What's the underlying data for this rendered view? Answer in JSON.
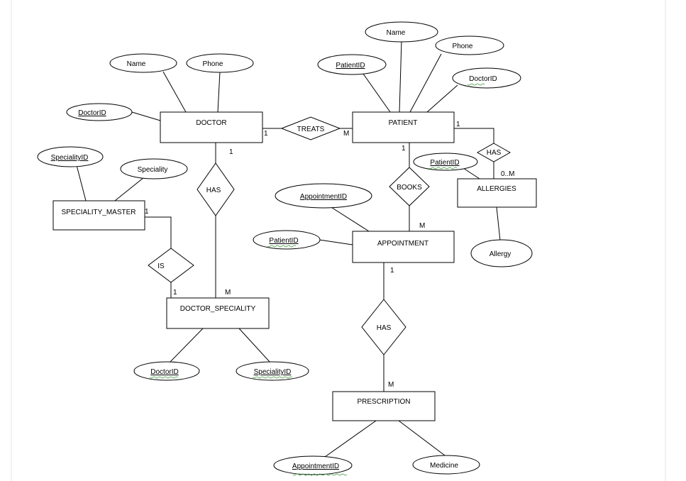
{
  "colors": {
    "line": "#000000",
    "fill": "#ffffff",
    "page_edge": "#e6e6e6",
    "squiggle": "#3a9a3a"
  },
  "entities": {
    "doctor": "DOCTOR",
    "patient": "PATIENT",
    "speciality_master": "SPECIALITY_MASTER",
    "allergies": "ALLERGIES",
    "appointment": "APPOINTMENT",
    "doctor_speciality": "DOCTOR_SPECIALITY",
    "prescription": "PRESCRIPTION"
  },
  "relationships": {
    "treats": "TREATS",
    "doctor_has": "HAS",
    "patient_has": "HAS",
    "books": "BOOKS",
    "is": "IS",
    "appointment_has": "HAS"
  },
  "attributes": {
    "doctor_name": "Name",
    "doctor_phone": "Phone",
    "doctor_id": "DoctorID",
    "patient_name": "Name",
    "patient_phone": "Phone",
    "patient_id": "PatientID",
    "patient_doctor_id": "DoctorID",
    "speciality_id": "SpecialityID",
    "speciality": "Speciality",
    "allergies_patient_id": "PatientID",
    "allergy": "Allergy",
    "appointment_id": "AppointmentID",
    "appointment_patient_id": "PatientID",
    "ds_doctor_id": "DoctorID",
    "ds_speciality_id": "SpecialityID",
    "rx_appointment_id": "AppointmentID",
    "medicine": "Medicine"
  },
  "cardinalities": {
    "doctor_treats": "1",
    "patient_treats": "M",
    "doctor_has": "1",
    "ds_has": "M",
    "sm_is": "1",
    "ds_is": "1",
    "patient_books": "1",
    "appointment_books": "M",
    "patient_allergies": "1",
    "allergies_has": "0..M",
    "appointment_has": "1",
    "prescription_has": "M"
  }
}
